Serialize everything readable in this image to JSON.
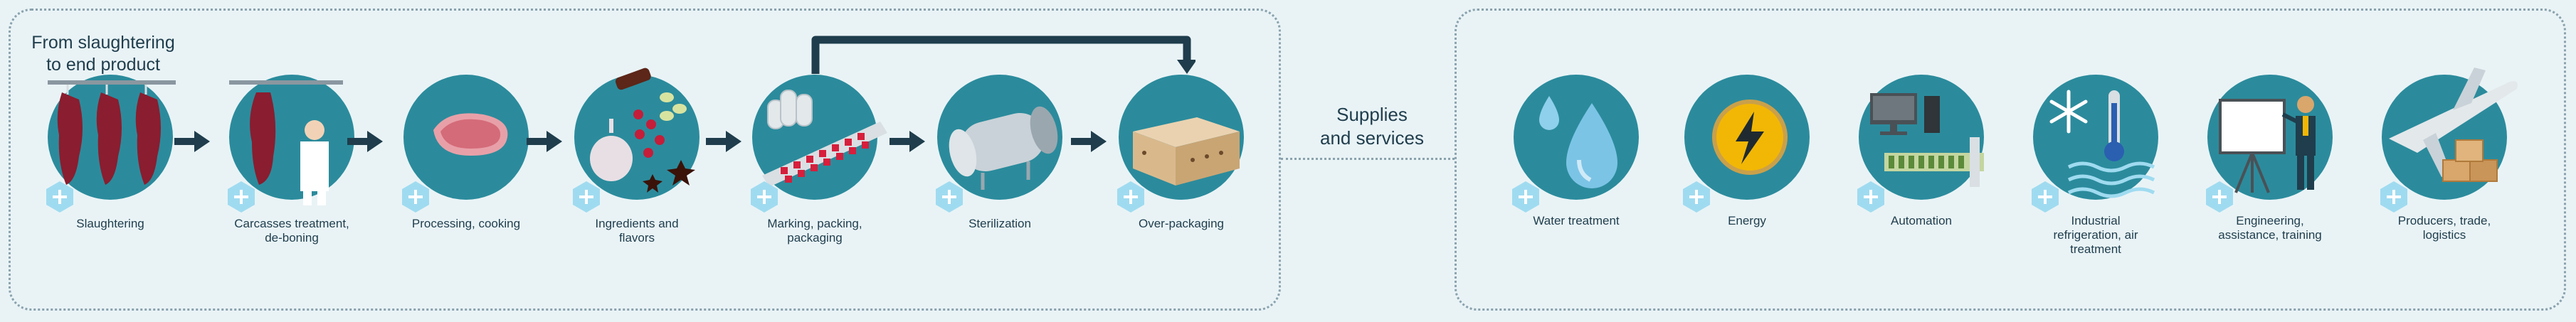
{
  "process_title": {
    "line1": "From slaughtering",
    "line2": "to end product"
  },
  "supplies_title": {
    "line1": "Supplies",
    "line2": "and services"
  },
  "process_steps": [
    {
      "label": "Slaughtering"
    },
    {
      "label1": "Carcasses treatment,",
      "label2": "de-boning"
    },
    {
      "label": "Processing, cooking"
    },
    {
      "label1": "Ingredients and",
      "label2": "flavors"
    },
    {
      "label1": "Marking, packing,",
      "label2": "packaging"
    },
    {
      "label": "Sterilization"
    },
    {
      "label": "Over-packaging"
    }
  ],
  "services": [
    {
      "label": "Water treatment"
    },
    {
      "label": "Energy"
    },
    {
      "label": "Automation"
    },
    {
      "label1": "Industrial",
      "label2": "refrigeration, air",
      "label3": "treatment"
    },
    {
      "label1": "Engineering,",
      "label2": "assistance, training"
    },
    {
      "label1": "Producers, trade,",
      "label2": "logistics"
    }
  ],
  "colors": {
    "circle": "#2b8b9c",
    "dark": "#1f3d4c",
    "plus_badge": "#9fdbf0",
    "border": "#8aa2ad"
  },
  "icons": [
    "meat-hanging-icon",
    "butcher-icon",
    "steak-icon",
    "garlic-spices-icon",
    "packaging-machine-icon",
    "autoclave-icon",
    "cardboard-box-icon",
    "water-drop-icon",
    "lightning-icon",
    "computer-plc-icon",
    "snowflake-thermometer-icon",
    "presentation-icon",
    "airplane-boxes-icon",
    "plus-badge-icon",
    "arrow-right-icon"
  ]
}
